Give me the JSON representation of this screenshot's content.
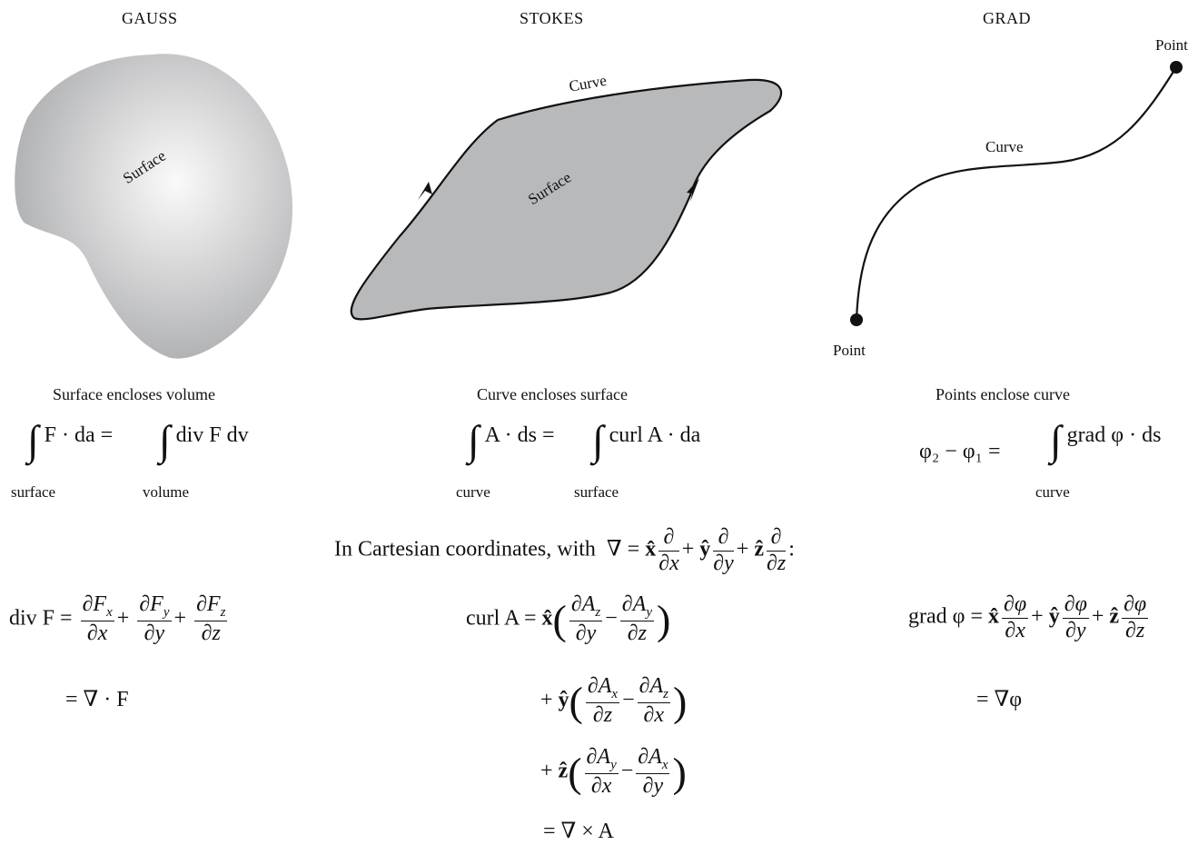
{
  "gauss": {
    "heading": "GAUSS",
    "surface_label": "Surface",
    "caption": "Surface encloses volume",
    "eq_lhs": "F · da =",
    "eq_rhs": "div F dv",
    "lhs_limit": "surface",
    "rhs_limit": "volume",
    "div_line1_lhs": "div F =",
    "div_line2": "= ∇ · F"
  },
  "stokes": {
    "heading": "STOKES",
    "curve_label": "Curve",
    "surface_label": "Surface",
    "caption": "Curve encloses surface",
    "eq_lhs": "A · ds =",
    "eq_rhs": "curl A · da",
    "lhs_limit": "curve",
    "rhs_limit": "surface",
    "curl_lhs": "curl A =",
    "curl_last": "= ∇ × A"
  },
  "grad": {
    "heading": "GRAD",
    "point_top": "Point",
    "point_bottom": "Point",
    "curve_label": "Curve",
    "caption": "Points enclose curve",
    "eq_lhs": "φ₂ − φ₁ =",
    "eq_rhs": "grad φ · ds",
    "limit": "curve",
    "grad_lhs": "grad φ =",
    "grad_line2": "= ∇φ"
  },
  "cartesian": {
    "intro": "In Cartesian coordinates, with"
  },
  "colors": {
    "surface_fill": "#b8b9bb",
    "gauss_center": "#fafafa",
    "gauss_edge": "#a9aaac"
  }
}
